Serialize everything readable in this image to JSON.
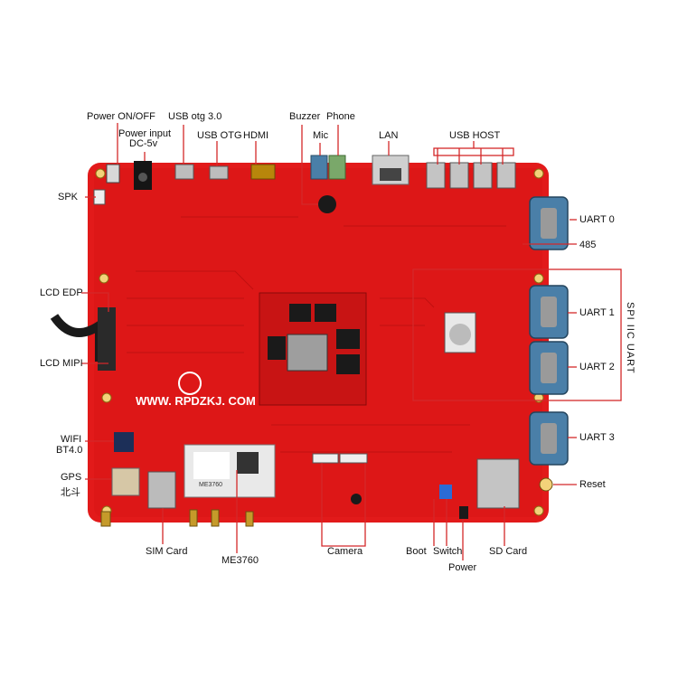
{
  "labels": {
    "power_onoff": "Power ON/OFF",
    "usb_otg30": "USB otg 3.0",
    "buzzer": "Buzzer",
    "phone": "Phone",
    "power_input": "Power input",
    "dc5v": "DC-5v",
    "usb_otg": "USB OTG",
    "hdmi": "HDMI",
    "mic": "Mic",
    "lan": "LAN",
    "usb_host": "USB HOST",
    "spk": "SPK",
    "uart0": "UART 0",
    "rs485": "485",
    "lcd_edp": "LCD EDP",
    "uart1": "UART 1",
    "uart2": "UART 2",
    "spi_iic_uart": "SPI IIC UART",
    "lcd_mipi": "LCD MIPI",
    "website": "WWW. RPDZKJ. COM",
    "wifi": "WIFI",
    "bt40": "BT4.0",
    "uart3": "UART 3",
    "gps": "GPS",
    "beidou": "北斗",
    "reset": "Reset",
    "sim_card": "SIM Card",
    "me3760": "ME3760",
    "camera": "Camera",
    "boot": "Boot",
    "switch": "Switch",
    "power": "Power",
    "sd_card": "SD Card",
    "module_text": "ME3760"
  },
  "colors": {
    "board": "#e21a1a",
    "board_dark": "#b80e0e",
    "callout": "#d4282a",
    "connector_blue": "#4a7fa8",
    "silver": "#c9c9c9",
    "black": "#151515"
  }
}
